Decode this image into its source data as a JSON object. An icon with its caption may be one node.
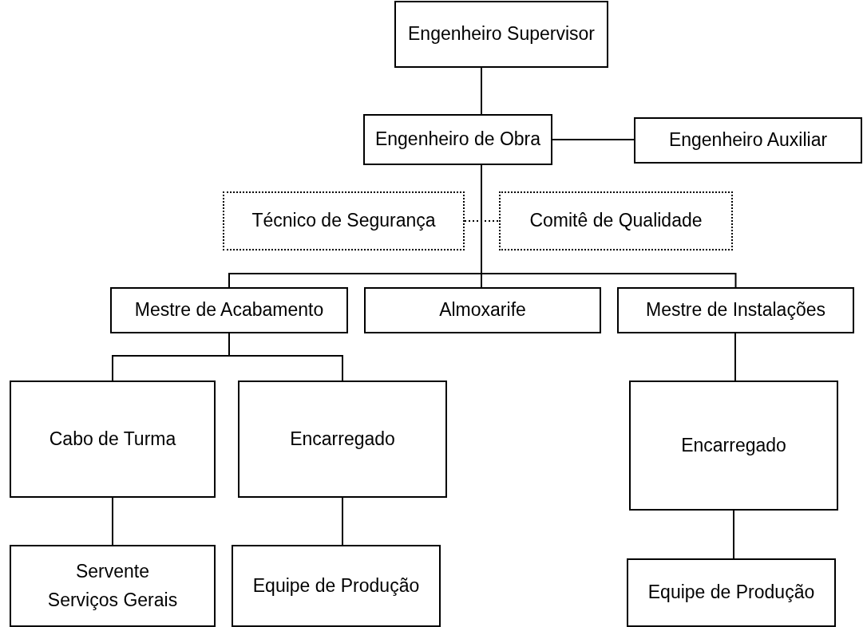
{
  "diagram": {
    "nodes": [
      {
        "text": [
          "Engenheiro Supervisor"
        ]
      },
      {
        "text": [
          "Engenheiro de Obra"
        ]
      },
      {
        "text": [
          "Engenheiro Auxiliar"
        ]
      },
      {
        "text": [
          "Técnico de Segurança"
        ]
      },
      {
        "text": [
          "Comitê de Qualidade"
        ]
      },
      {
        "text": [
          "Mestre de Acabamento"
        ]
      },
      {
        "text": [
          "Almoxarife"
        ]
      },
      {
        "text": [
          "Mestre de Instalações"
        ]
      },
      {
        "text": [
          "Cabo de Turma"
        ]
      },
      {
        "text": [
          "Encarregado"
        ]
      },
      {
        "text": [
          "Encarregado"
        ]
      },
      {
        "text": [
          "Servente Serviços Gerais"
        ]
      },
      {
        "text": [
          "Equipe de Produção"
        ]
      },
      {
        "text": [
          "Equipe de Produção"
        ]
      }
    ],
    "edges": [
      {
        "from": 0,
        "to": 1,
        "arrow": "none"
      },
      {
        "from": 1,
        "to": 2,
        "arrow": "none"
      },
      {
        "from": 3,
        "to": 4,
        "arrow": "none",
        "style": "dashed"
      },
      {
        "from": 1,
        "to": 5,
        "arrow": "none"
      },
      {
        "from": 1,
        "to": 6,
        "arrow": "none"
      },
      {
        "from": 1,
        "to": 7,
        "arrow": "none"
      },
      {
        "from": 5,
        "to": 8,
        "arrow": "none"
      },
      {
        "from": 5,
        "to": 9,
        "arrow": "none"
      },
      {
        "from": 8,
        "to": 11,
        "arrow": "none"
      },
      {
        "from": 9,
        "to": 12,
        "arrow": "none"
      },
      {
        "from": 7,
        "to": 10,
        "arrow": "none"
      },
      {
        "from": 10,
        "to": 13,
        "arrow": "none"
      }
    ]
  }
}
